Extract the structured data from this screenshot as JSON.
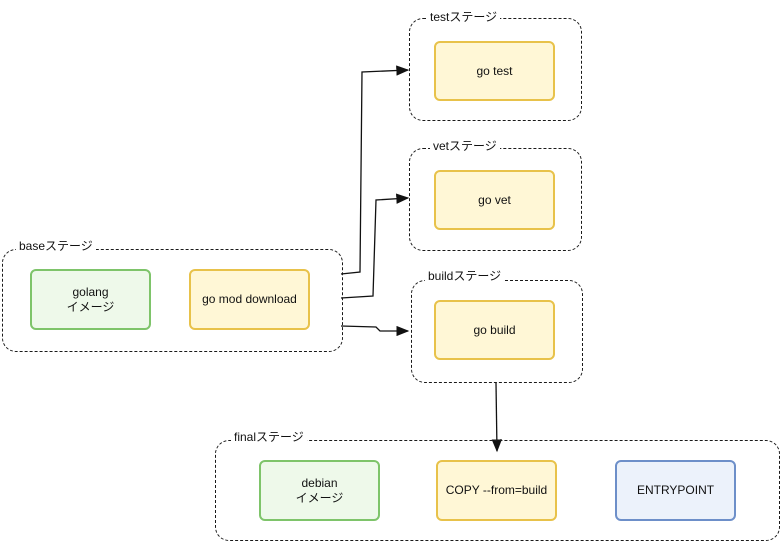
{
  "stages": {
    "test": {
      "label": "testステージ"
    },
    "vet": {
      "label": "vetステージ"
    },
    "base": {
      "label": "baseステージ"
    },
    "build": {
      "label": "buildステージ"
    },
    "final": {
      "label": "finalステージ"
    }
  },
  "nodes": {
    "go_test": {
      "label": "go test",
      "color": "yellow"
    },
    "go_vet": {
      "label": "go vet",
      "color": "yellow"
    },
    "golang": {
      "label": "golang\nイメージ",
      "color": "green"
    },
    "go_mod": {
      "label": "go mod download",
      "color": "yellow"
    },
    "go_build": {
      "label": "go build",
      "color": "yellow"
    },
    "debian": {
      "label": "debian\nイメージ",
      "color": "green"
    },
    "copy_from_build": {
      "label": "COPY --from=build",
      "color": "yellow"
    },
    "entrypoint": {
      "label": "ENTRYPOINT",
      "color": "blue"
    }
  },
  "edges": [
    {
      "from": "base",
      "to": "test"
    },
    {
      "from": "base",
      "to": "vet"
    },
    {
      "from": "base",
      "to": "build"
    },
    {
      "from": "build",
      "to": "final"
    }
  ],
  "colors": {
    "yellow_fill": "#fff7d6",
    "yellow_stroke": "#e8c24a",
    "green_fill": "#eef9ea",
    "green_stroke": "#7ec46a",
    "blue_fill": "#ecf2fb",
    "blue_stroke": "#6d8fc9"
  }
}
